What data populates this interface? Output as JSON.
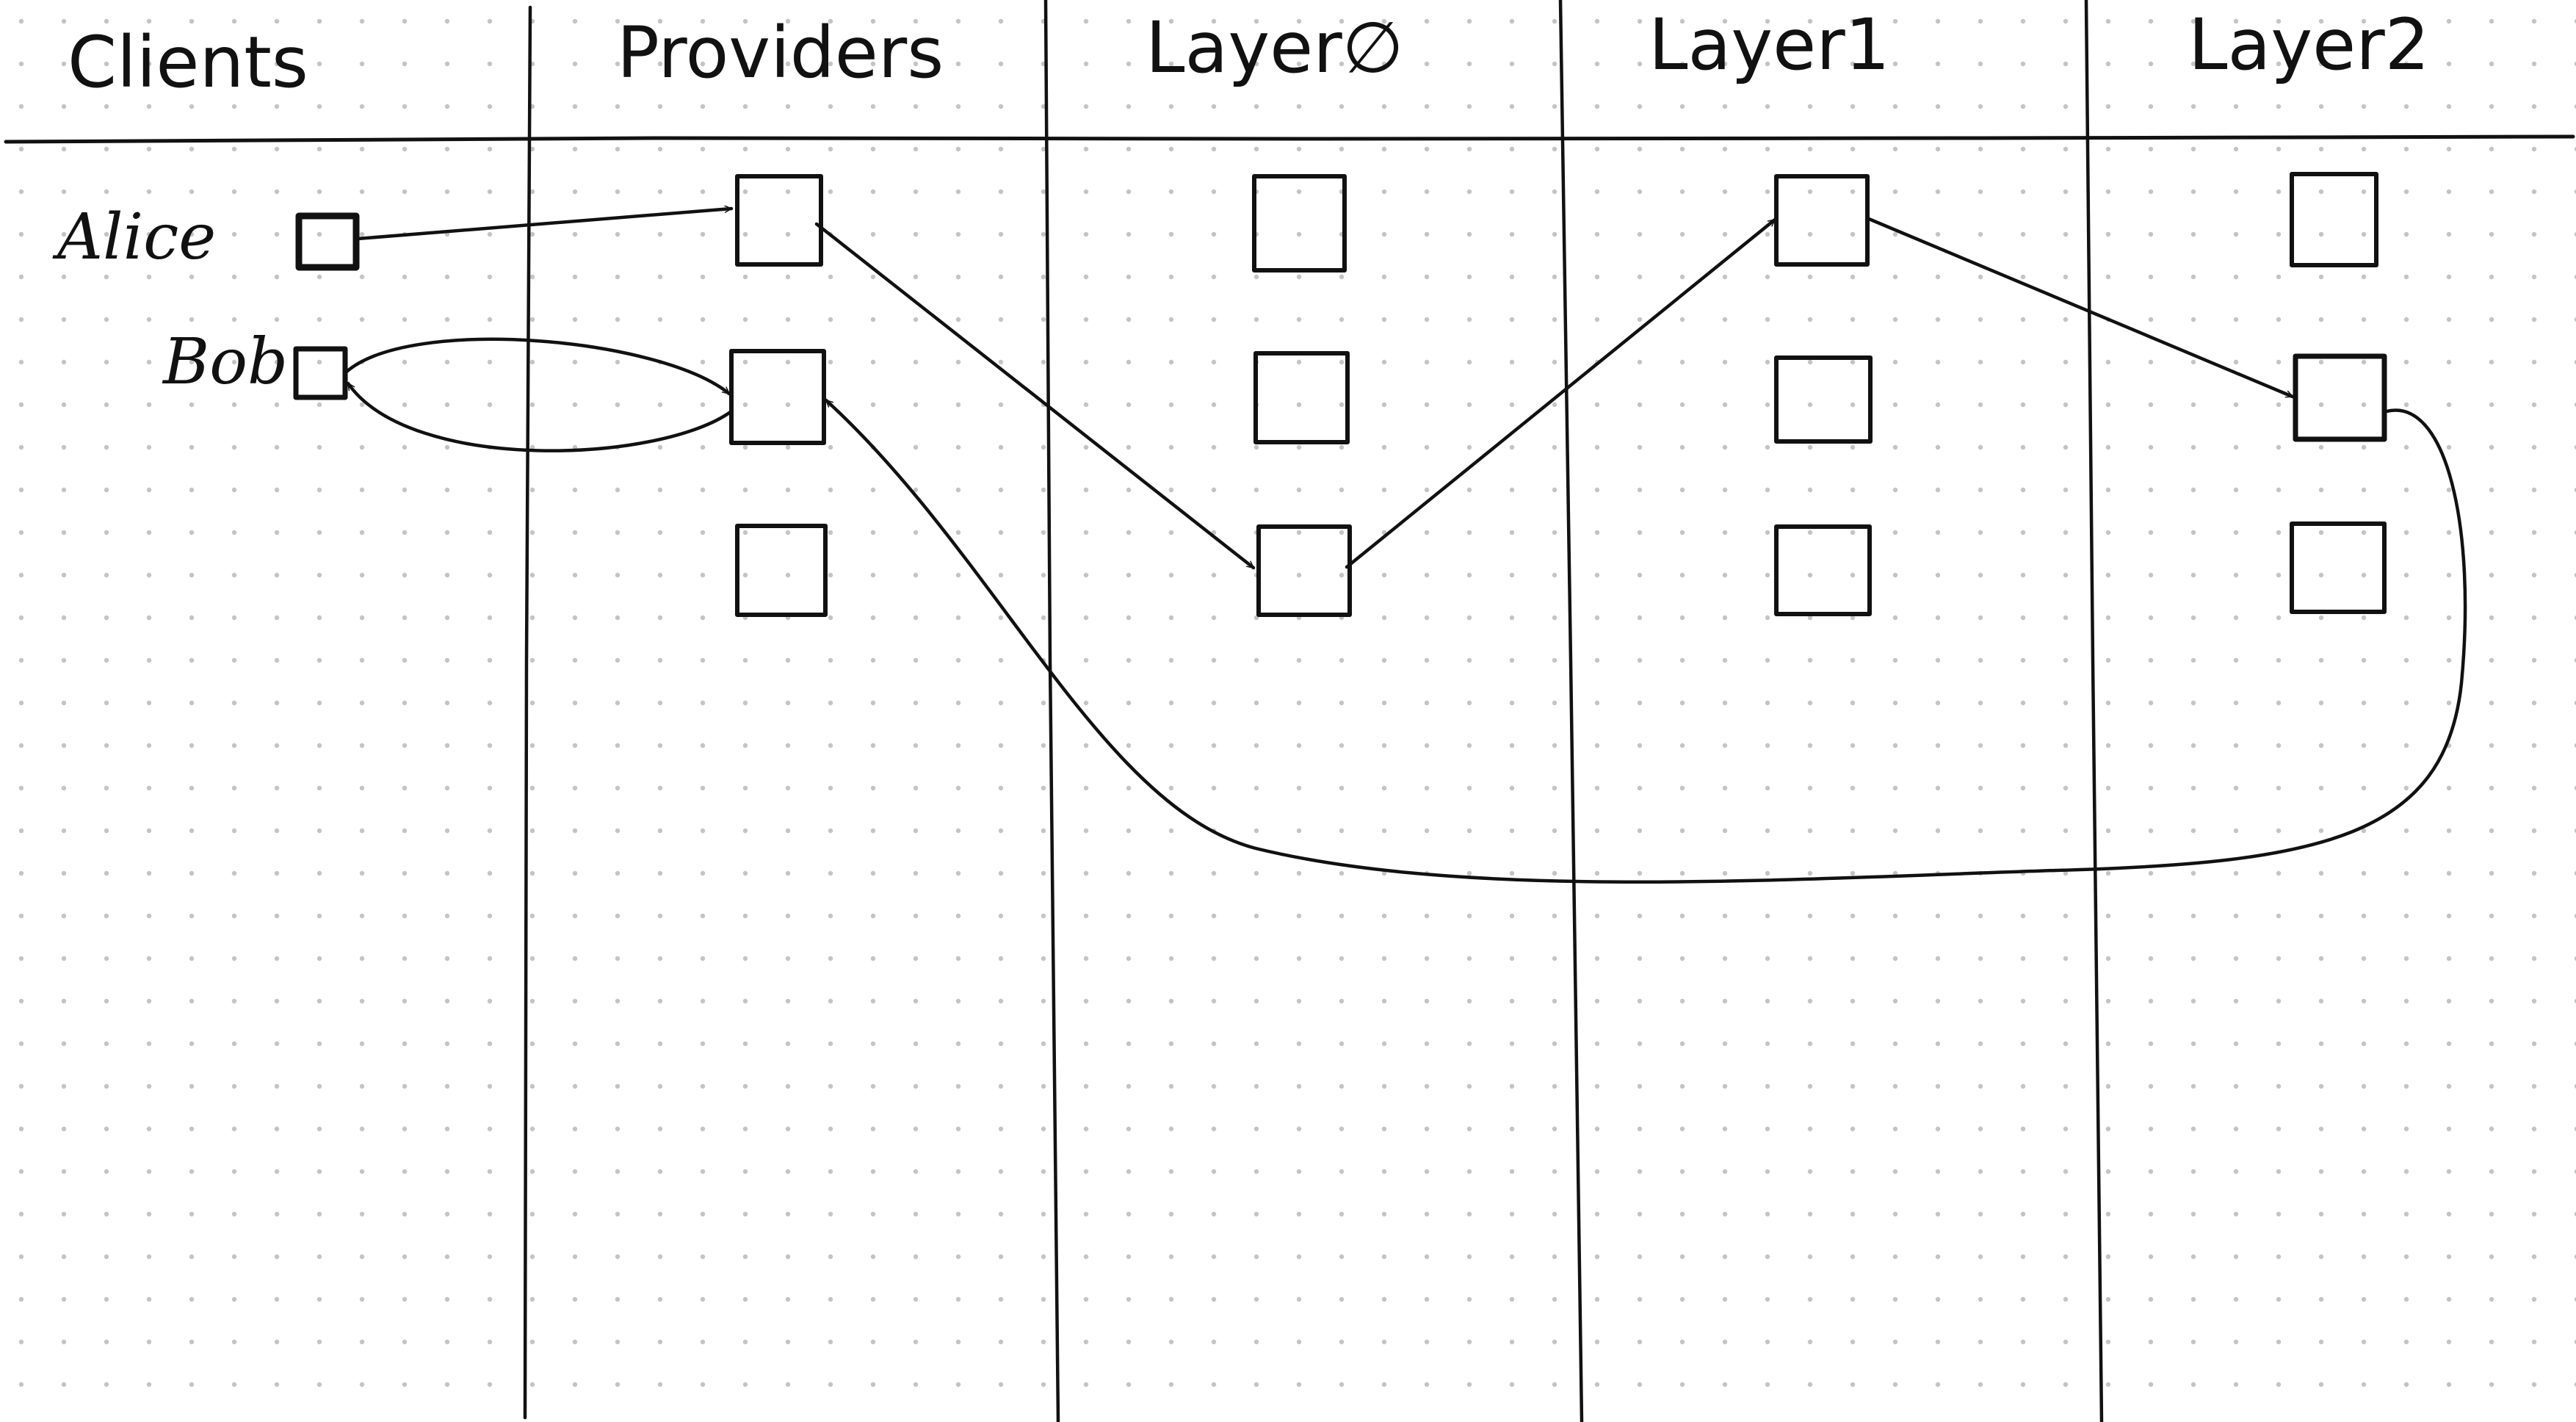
{
  "colors": {
    "ink": "#111111",
    "paper": "#ffffff",
    "dot": "#c4c4c4"
  },
  "columns": [
    {
      "label": "Clients"
    },
    {
      "label": "Providers"
    },
    {
      "label": "Layer∅"
    },
    {
      "label": "Layer1"
    },
    {
      "label": "Layer2"
    }
  ],
  "clients": [
    {
      "label": "Alice"
    },
    {
      "label": "Bob"
    }
  ],
  "nodes": {
    "providers": 3,
    "layer0": 3,
    "layer1": 3,
    "layer2": 3
  },
  "routes": [
    {
      "name": "alice-route",
      "path": [
        "Alice",
        "Providers node 1",
        "Layer∅ node 3",
        "Layer1 node 1",
        "Layer2 node 2",
        "Providers node 2"
      ]
    },
    {
      "name": "bob-route",
      "path": [
        "Bob",
        "Providers node 2",
        "Bob"
      ]
    }
  ]
}
